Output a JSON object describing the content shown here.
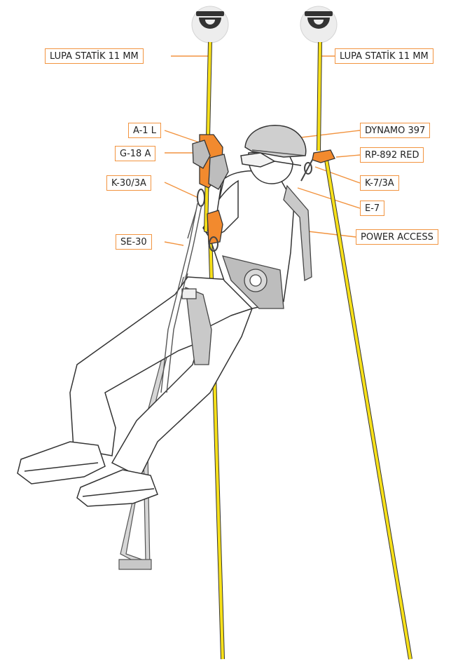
{
  "callouts": {
    "rope_left": "LUPA STATİK 11 MM",
    "rope_right": "LUPA STATİK 11 MM",
    "a1l": "A-1 L",
    "g18a": "G-18 A",
    "k30": "K-30/3A",
    "se30": "SE-30",
    "dynamo": "DYNAMO 397",
    "rp892": "RP-892 RED",
    "k7": "K-7/3A",
    "e7": "E-7",
    "power": "POWER ACCESS"
  },
  "colors": {
    "rope": "#f7e019",
    "device": "#f28a2e",
    "callout_border": "#f29440",
    "anchor": "#ededed",
    "gear_gray": "#bdbdbd",
    "outline": "#333333"
  },
  "icons": {
    "anchor": "anchor-ring-icon",
    "helmet": "helmet-icon"
  }
}
